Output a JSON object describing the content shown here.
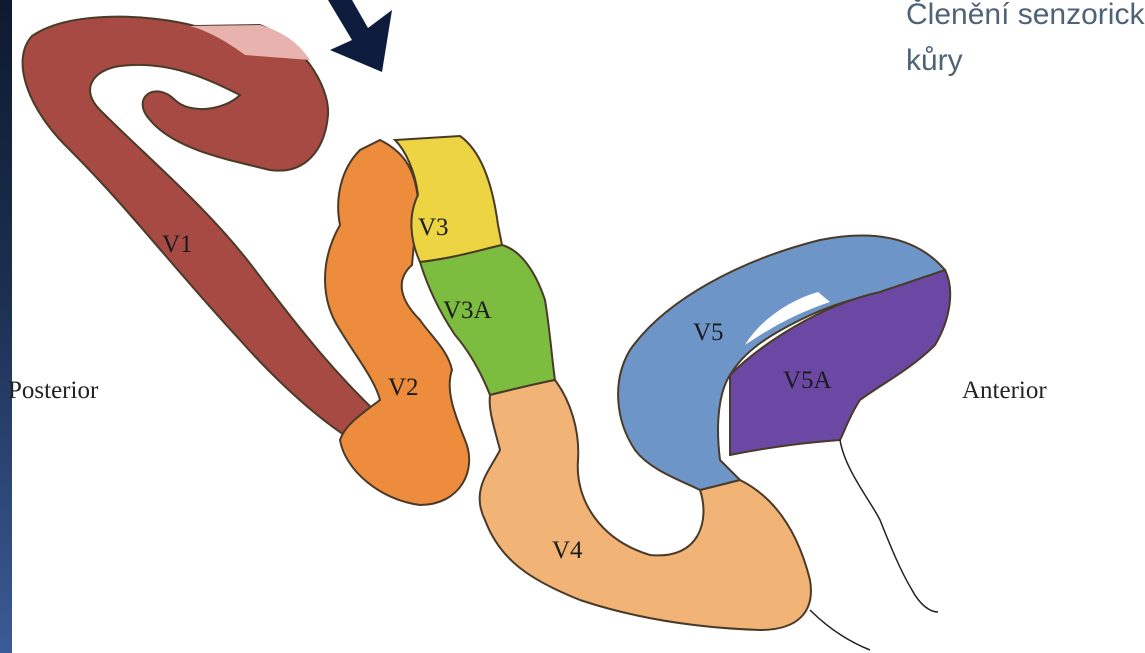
{
  "slide": {
    "title": "Členění senzorické\nkůry"
  },
  "diagram": {
    "labels": {
      "posterior": "Posterior",
      "anterior": "Anterior"
    },
    "areas": [
      {
        "id": "V1",
        "label": "V1",
        "color": "#a84a44"
      },
      {
        "id": "V2",
        "label": "V2",
        "color": "#ec8c3c"
      },
      {
        "id": "V3",
        "label": "V3",
        "color": "#ecd443"
      },
      {
        "id": "V3A",
        "label": "V3A",
        "color": "#7cbc3e"
      },
      {
        "id": "V4",
        "label": "V4",
        "color": "#f2b476"
      },
      {
        "id": "V5",
        "label": "V5",
        "color": "#6e95c8"
      },
      {
        "id": "V5A",
        "label": "V5A",
        "color": "#6a48a4"
      }
    ],
    "arrow_color": "#0d1b3d",
    "outline_color": "#4a3a28"
  }
}
